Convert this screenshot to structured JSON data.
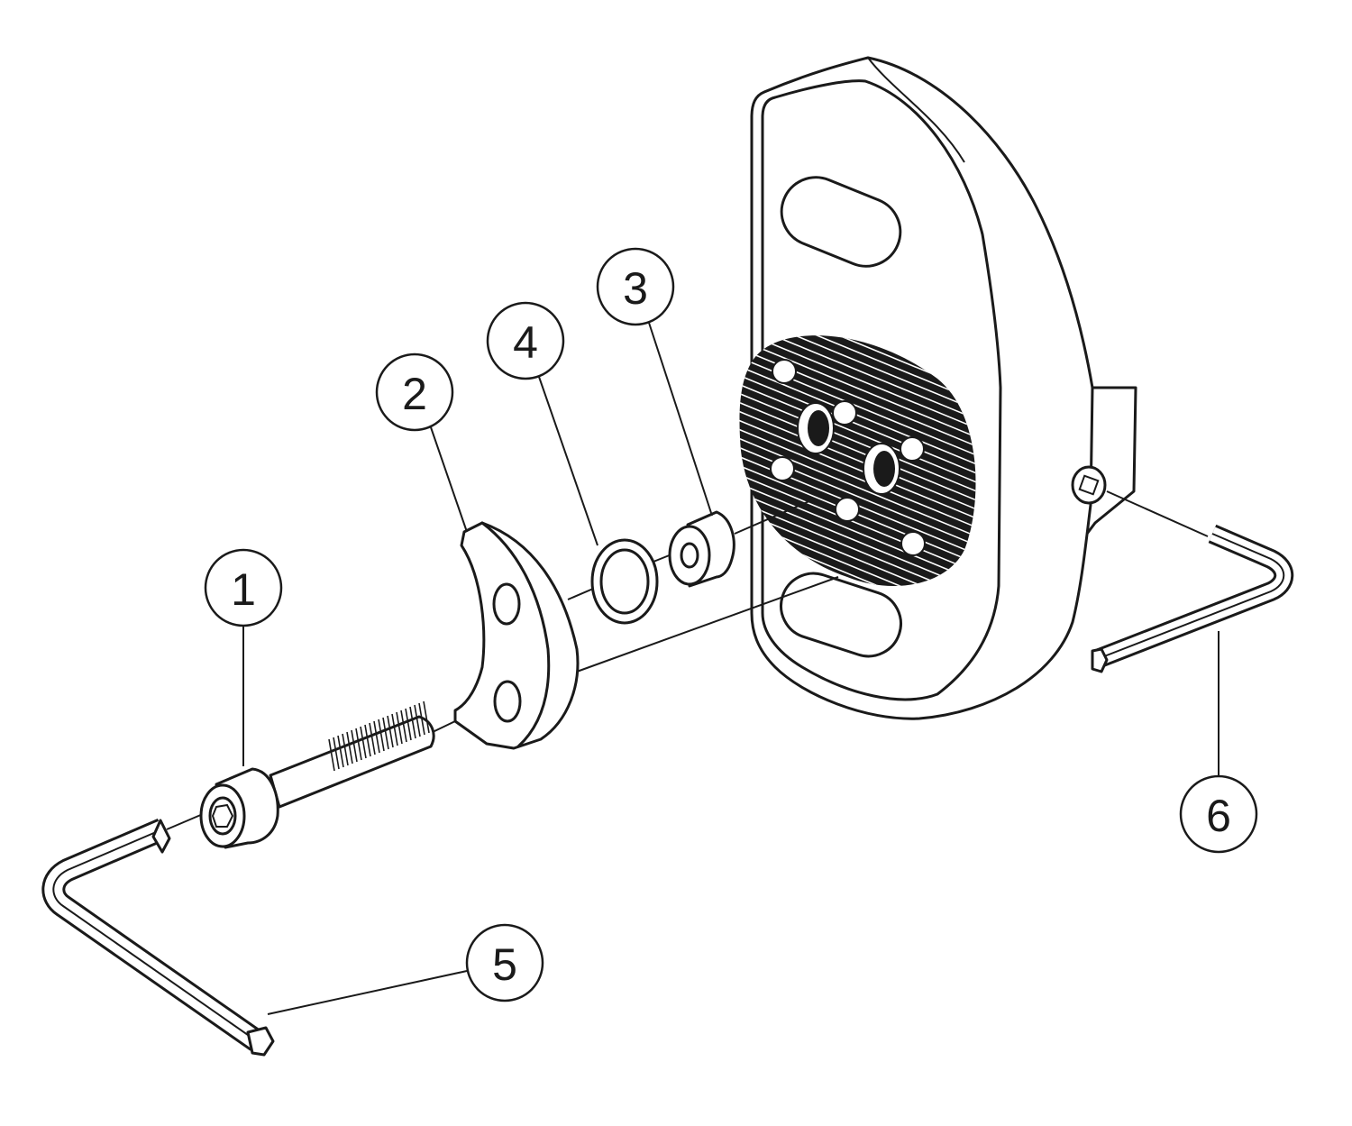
{
  "diagram": {
    "type": "exploded-assembly",
    "callouts": [
      {
        "id": "1",
        "part": "cap-screw"
      },
      {
        "id": "2",
        "part": "clamp"
      },
      {
        "id": "3",
        "part": "bushing"
      },
      {
        "id": "4",
        "part": "washer-ring"
      },
      {
        "id": "5",
        "part": "hex-key-large"
      },
      {
        "id": "6",
        "part": "hex-key-small"
      }
    ],
    "colors": {
      "line": "#1a1a1a",
      "background": "#ffffff"
    }
  }
}
